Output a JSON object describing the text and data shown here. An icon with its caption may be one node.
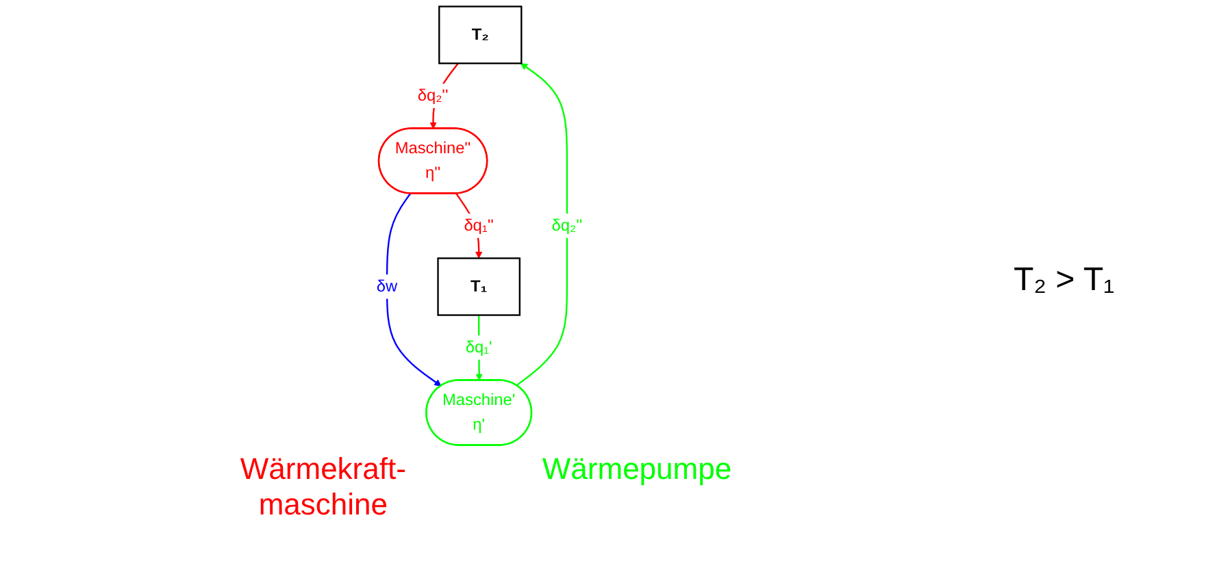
{
  "diagram": {
    "nodes": [
      {
        "text": [
          "T₂"
        ]
      },
      {
        "text": [
          "Maschine''",
          "η''"
        ]
      },
      {
        "text": [
          "Maschine'",
          "η'"
        ]
      },
      {
        "text": [
          "T₁"
        ]
      }
    ],
    "edges": [
      {
        "from": 0,
        "to": 1,
        "arrow": "to",
        "label": "δq₂''",
        "color": "#ff0000"
      },
      {
        "from": 1,
        "to": 3,
        "arrow": "to",
        "label": "δq₁''",
        "color": "#ff0000"
      },
      {
        "from": 1,
        "to": 2,
        "arrow": "to",
        "label": "δw",
        "color": "#0000ff"
      },
      {
        "from": 3,
        "to": 2,
        "arrow": "to",
        "label": "δq₁'",
        "color": "#00ff00"
      },
      {
        "from": 2,
        "to": 0,
        "arrow": "to",
        "label": "δq₂''",
        "color": "#00ff00"
      }
    ],
    "labels": [
      "T₂ > T₁",
      "Wärmekraft- maschine",
      "Wärmepumpe"
    ]
  }
}
